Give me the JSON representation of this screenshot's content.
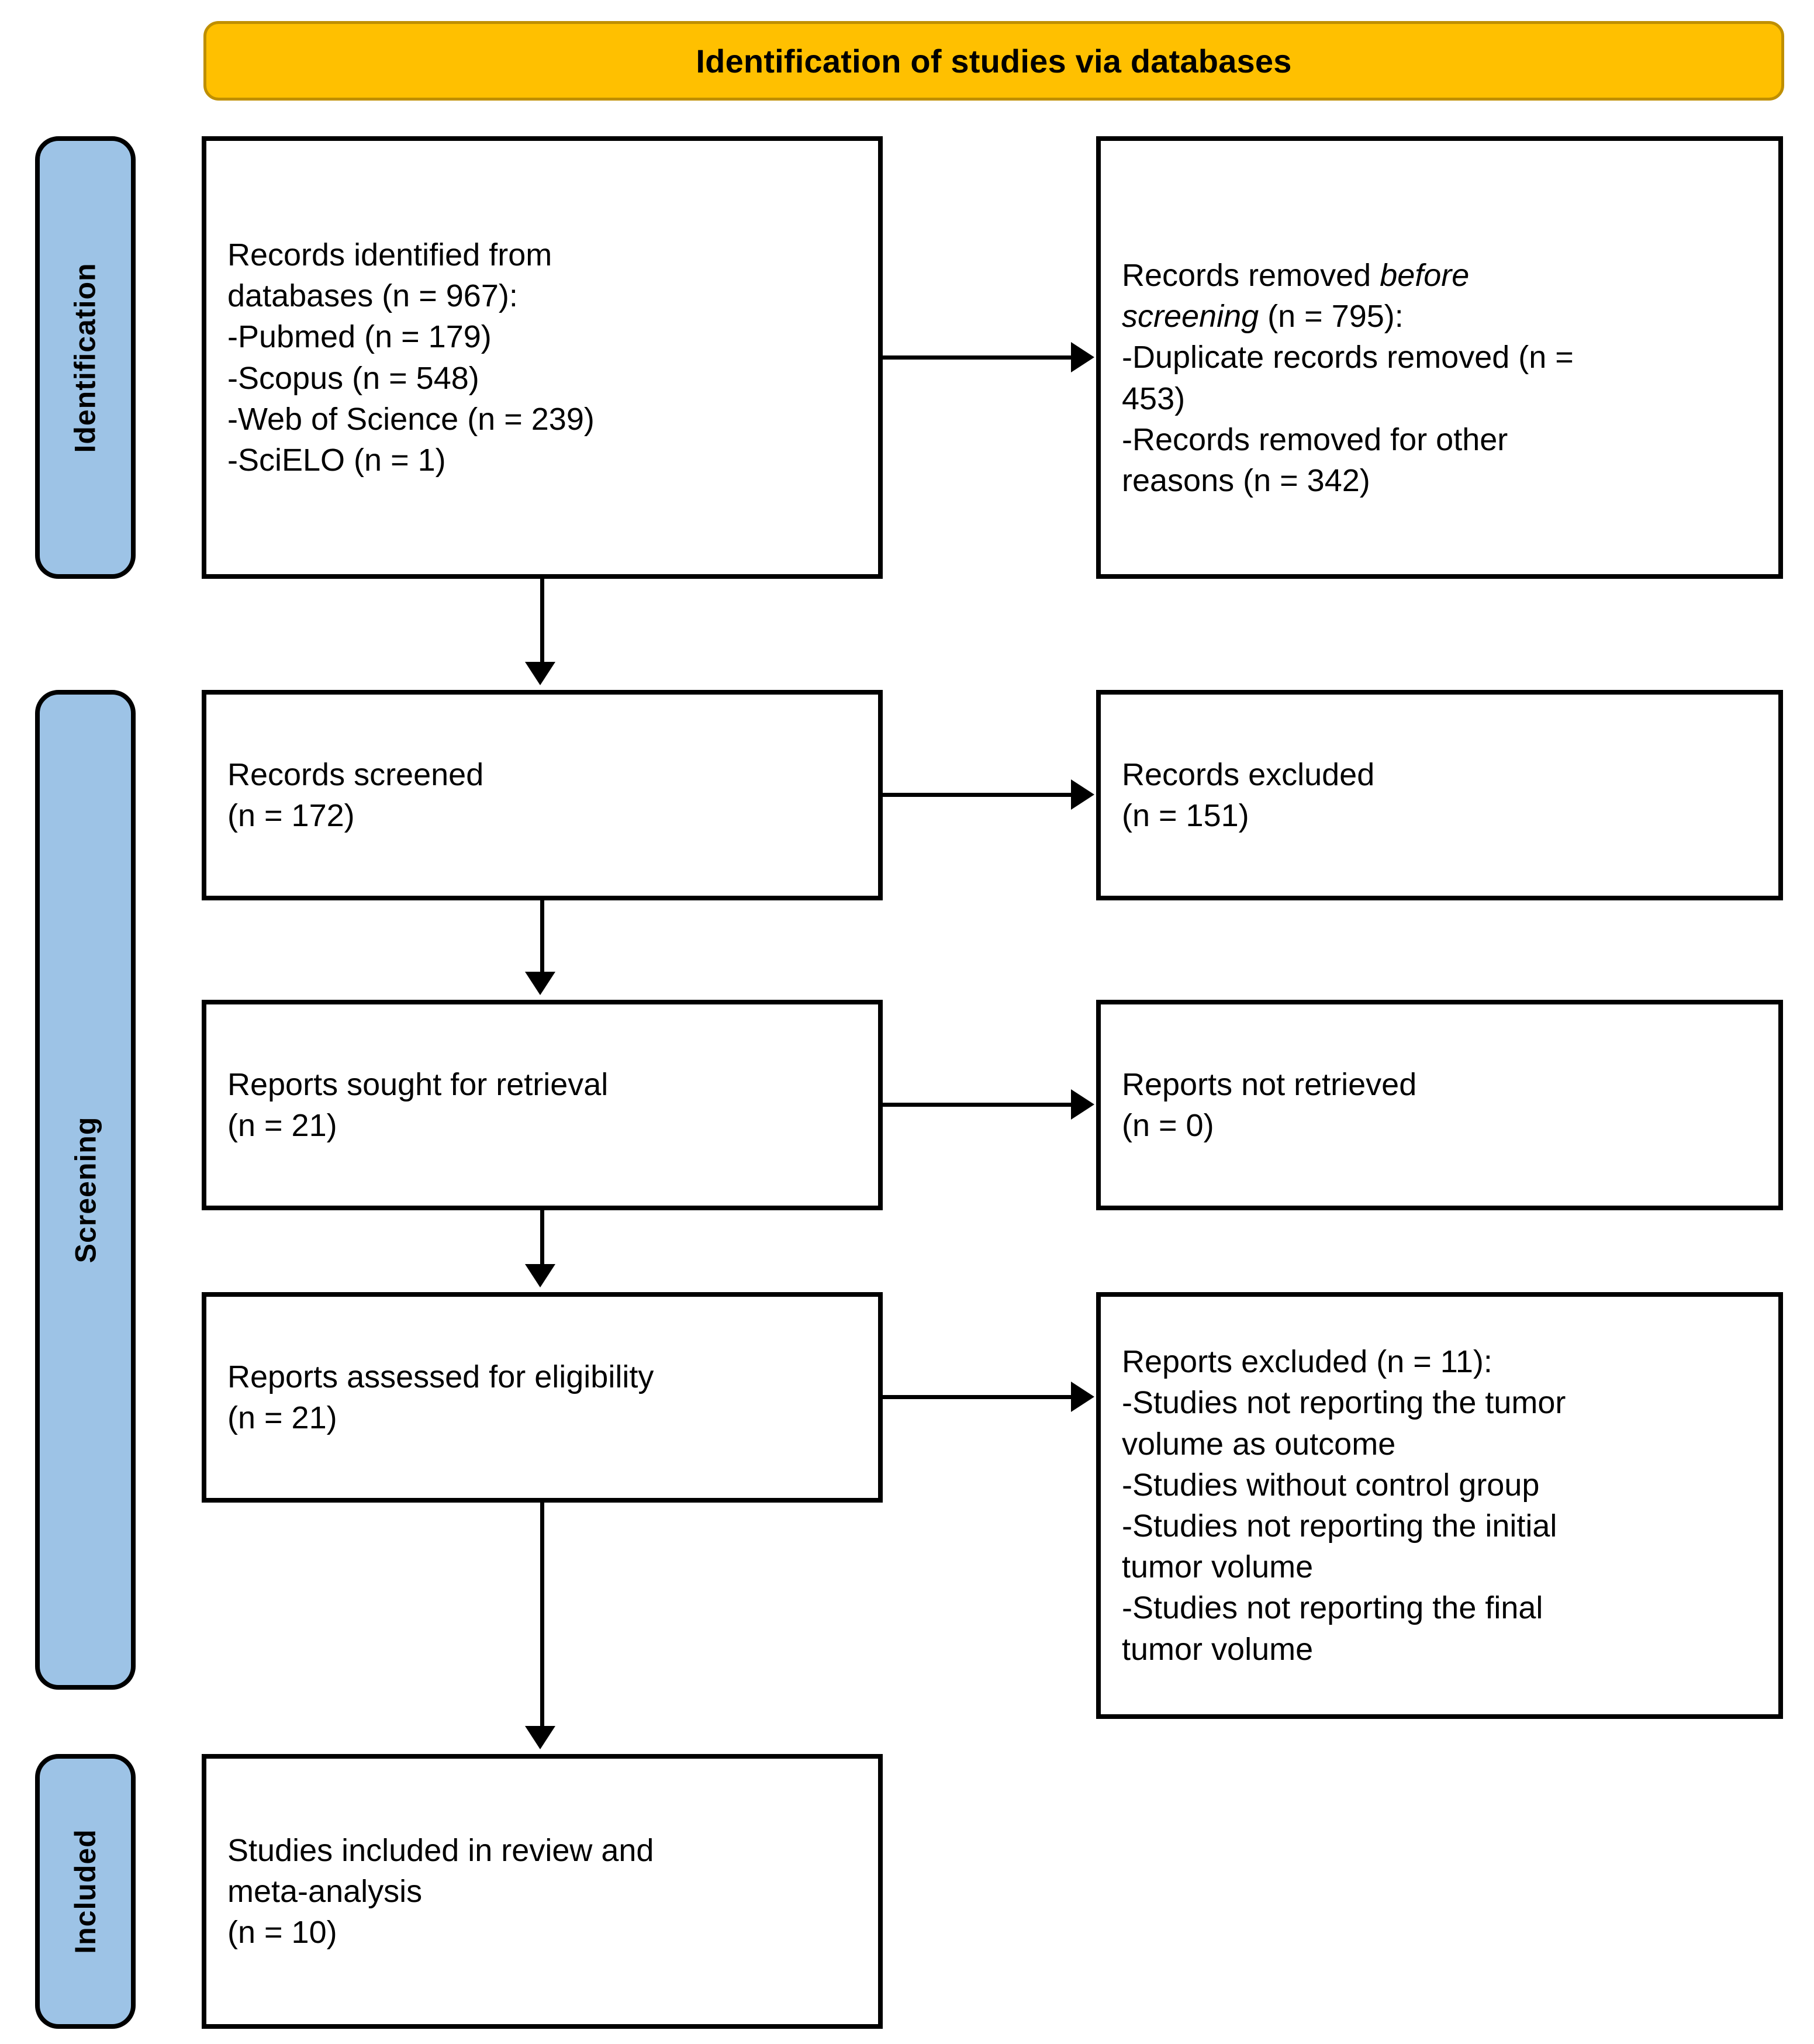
{
  "diagram": {
    "type": "prisma-flow-diagram",
    "header": {
      "title": "Identification of studies via databases"
    },
    "colors": {
      "header_fill": "#FFC000",
      "header_border": "#BF8F00",
      "stage_pill_fill": "#9DC3E6",
      "box_border": "#000000",
      "box_fill": "#FFFFFF",
      "arrow": "#000000"
    },
    "stages": [
      {
        "id": "identification",
        "label": "Identification"
      },
      {
        "id": "screening",
        "label": "Screening"
      },
      {
        "id": "included",
        "label": "Included"
      }
    ],
    "boxes": {
      "identified": {
        "lines": [
          "Records identified from",
          "databases (n = 967):",
          "-Pubmed (n = 179)",
          "-Scopus (n = 548)",
          "-Web of Science (n = 239)",
          "-SciELO (n = 1)"
        ],
        "text": "Records identified from\ndatabases (n = 967):\n-Pubmed (n = 179)\n-Scopus (n = 548)\n-Web of Science (n = 239)\n-SciELO (n = 1)",
        "counts": {
          "total": 967,
          "pubmed": 179,
          "scopus": 548,
          "web_of_science": 239,
          "scielo": 1
        }
      },
      "removed_before_screening": {
        "prefix": "Records removed ",
        "italic_1": "before",
        "middle": "",
        "italic_2": "screening",
        "suffix": " (n = 795):",
        "lines": [
          "-Duplicate records removed (n =",
          "453)",
          "-Records removed for other",
          "reasons (n = 342)"
        ],
        "text_plain": "Records removed before screening (n = 795):\n-Duplicate records removed (n = 453)\n-Records removed for other reasons (n = 342)",
        "counts": {
          "total": 795,
          "duplicates": 453,
          "other_reasons": 342
        }
      },
      "screened": {
        "text": "Records screened\n(n = 172)",
        "label": "Records screened",
        "n": 172
      },
      "excluded_records": {
        "text": "Records excluded\n(n = 151)",
        "label": "Records excluded",
        "n": 151
      },
      "sought": {
        "text": "Reports sought for retrieval\n(n = 21)",
        "label": "Reports sought for retrieval",
        "n": 21
      },
      "not_retrieved": {
        "text": "Reports not retrieved\n(n = 0)",
        "label": "Reports not retrieved",
        "n": 0
      },
      "assessed": {
        "text": "Reports assessed for eligibility\n(n = 21)",
        "label": "Reports assessed for eligibility",
        "n": 21
      },
      "excluded_reports": {
        "text": "Reports excluded (n = 11):\n-Studies not reporting the tumor\nvolume as outcome\n-Studies without control group\n-Studies not reporting the initial\ntumor volume\n-Studies not reporting the final\ntumor volume",
        "label": "Reports excluded",
        "n": 11,
        "reasons": [
          "-Studies not reporting the tumor volume as outcome",
          "-Studies without control group",
          "-Studies not reporting the initial tumor volume",
          "-Studies not reporting the final tumor volume"
        ]
      },
      "included": {
        "text": "Studies included in review and\nmeta-analysis\n(n = 10)",
        "label": "Studies included in review and meta-analysis",
        "n": 10
      }
    }
  }
}
